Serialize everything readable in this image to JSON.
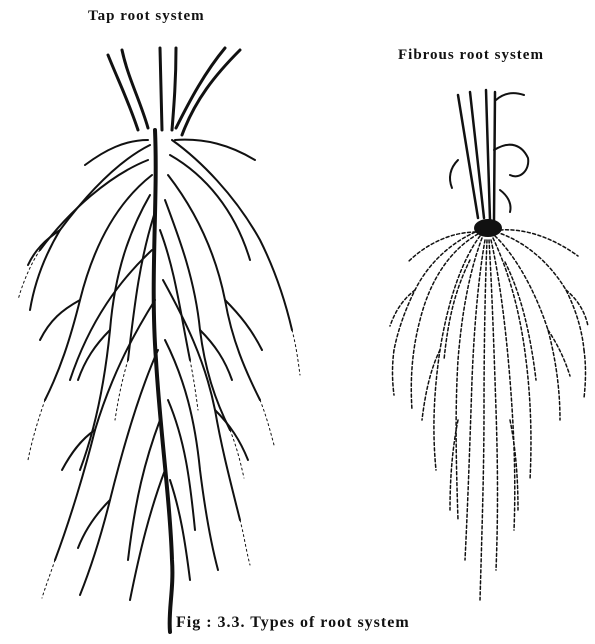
{
  "figure": {
    "tap_title": "Tap root system",
    "fibrous_title": "Fibrous root system",
    "caption": "Fig : 3.3. Types of root system"
  }
}
